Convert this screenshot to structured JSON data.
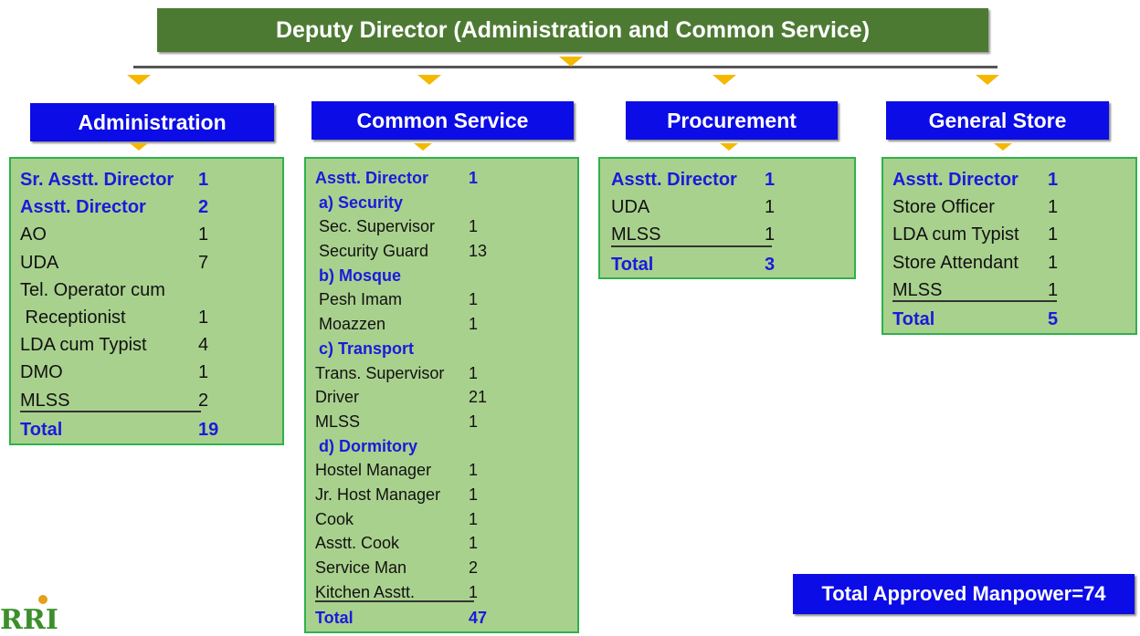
{
  "title": "Deputy Director (Administration and Common Service)",
  "departments": [
    {
      "header": "Administration",
      "rows": [
        {
          "label": "Sr. Asstt. Director",
          "value": "1",
          "style": "blue"
        },
        {
          "label": "Asstt. Director",
          "value": "2",
          "style": "blue"
        },
        {
          "label": "AO",
          "value": "1"
        },
        {
          "label": "UDA",
          "value": "7"
        },
        {
          "label": "Tel. Operator cum",
          "value": ""
        },
        {
          "label": " Receptionist",
          "value": "1"
        },
        {
          "label": "LDA cum Typist",
          "value": "4"
        },
        {
          "label": "DMO",
          "value": "1"
        },
        {
          "label": "MLSS",
          "value": "2",
          "style": "underline"
        },
        {
          "label": "Total",
          "value": "19",
          "style": "blue"
        }
      ]
    },
    {
      "header": "Common Service",
      "rows": [
        {
          "label": "Asstt. Director",
          "value": "1",
          "style": "blue"
        },
        {
          "label": "a) Security",
          "value": "",
          "style": "blue"
        },
        {
          "label": "Sec. Supervisor",
          "value": "1"
        },
        {
          "label": "Security Guard",
          "value": "13"
        },
        {
          "label": "b) Mosque",
          "value": "",
          "style": "blue"
        },
        {
          "label": "Pesh Imam",
          "value": "1"
        },
        {
          "label": "Moazzen",
          "value": "1"
        },
        {
          "label": "c) Transport",
          "value": "",
          "style": "blue"
        },
        {
          "label": "Trans. Supervisor",
          "value": "1"
        },
        {
          "label": "Driver",
          "value": "21"
        },
        {
          "label": "MLSS",
          "value": "1"
        },
        {
          "label": "d) Dormitory",
          "value": "",
          "style": "blue"
        },
        {
          "label": "Hostel Manager",
          "value": "1"
        },
        {
          "label": "Jr. Host Manager",
          "value": "1"
        },
        {
          "label": "Cook",
          "value": "1"
        },
        {
          "label": "Asstt. Cook",
          "value": "1"
        },
        {
          "label": "Service Man",
          "value": "2"
        },
        {
          "label": "Kitchen Asstt.",
          "value": "1",
          "style": "underline"
        },
        {
          "label": "Total",
          "value": "47",
          "style": "blue"
        }
      ]
    },
    {
      "header": "Procurement",
      "rows": [
        {
          "label": "Asstt. Director",
          "value": "1",
          "style": "blue"
        },
        {
          "label": "UDA",
          "value": "1"
        },
        {
          "label": "MLSS",
          "value": "1",
          "style": "underline"
        },
        {
          "label": "Total",
          "value": "3",
          "style": "blue"
        }
      ]
    },
    {
      "header": "General Store",
      "rows": [
        {
          "label": "Asstt. Director",
          "value": "1",
          "style": "blue"
        },
        {
          "label": "Store Officer",
          "value": "1"
        },
        {
          "label": "LDA cum Typist",
          "value": "1"
        },
        {
          "label": "Store Attendant",
          "value": "1"
        },
        {
          "label": "MLSS",
          "value": "1",
          "style": "underline"
        },
        {
          "label": "Total",
          "value": "5",
          "style": "blue"
        }
      ]
    }
  ],
  "total_manpower": "Total Approved Manpower=74",
  "logo_text": "RRI",
  "colors": {
    "header_green": "#4d7a33",
    "dept_blue": "#0c0ce6",
    "box_green": "#a9d18e",
    "arrow": "#f5b800"
  }
}
